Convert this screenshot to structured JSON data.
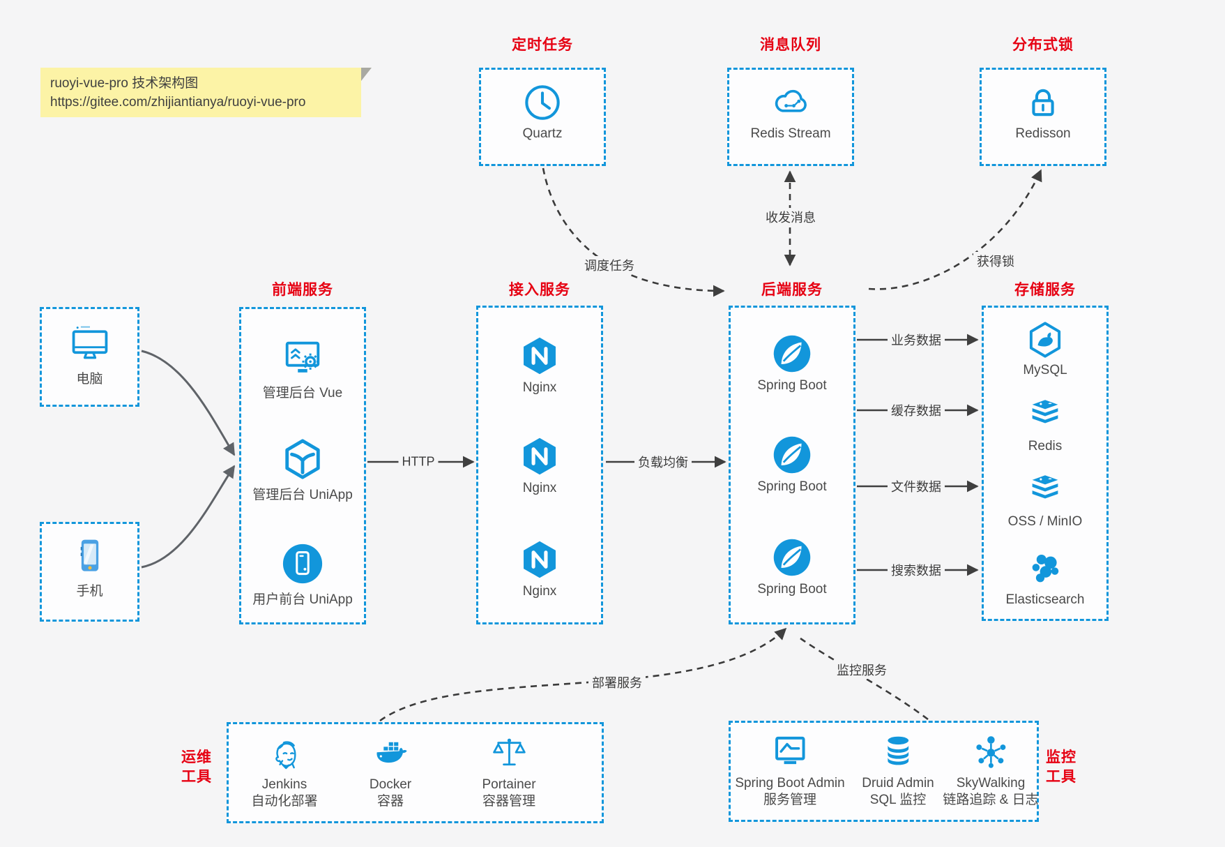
{
  "note": {
    "title": "ruoyi-vue-pro 技术架构图",
    "url": "https://gitee.com/zhijiantianya/ruoyi-vue-pro"
  },
  "colors": {
    "accent_blue": "#1296db",
    "title_red": "#e60012",
    "note_bg": "#fcf3a6",
    "arrow_dark": "#3f3f3f",
    "arrow_gray": "#5f6368",
    "page_bg": "#f5f5f6",
    "box_bg": "#fdfdfe"
  },
  "groups": {
    "scheduled": {
      "title": "定时任务",
      "items": [
        {
          "label": "Quartz",
          "icon": "clock-icon"
        }
      ]
    },
    "mq": {
      "title": "消息队列",
      "items": [
        {
          "label": "Redis Stream",
          "icon": "cloud-stream-icon"
        }
      ]
    },
    "lock": {
      "title": "分布式锁",
      "items": [
        {
          "label": "Redisson",
          "icon": "lock-icon"
        }
      ]
    },
    "clients": {
      "items": [
        {
          "label": "电脑",
          "icon": "desktop-icon"
        },
        {
          "label": "手机",
          "icon": "smartphone-icon"
        }
      ]
    },
    "frontend": {
      "title": "前端服务",
      "items": [
        {
          "label": "管理后台 Vue",
          "icon": "admin-vue-icon"
        },
        {
          "label": "管理后台 UniApp",
          "icon": "uniapp-box-icon"
        },
        {
          "label": "用户前台 UniApp",
          "icon": "mobile-app-icon"
        }
      ]
    },
    "gateway": {
      "title": "接入服务",
      "items": [
        {
          "label": "Nginx"
        },
        {
          "label": "Nginx"
        },
        {
          "label": "Nginx"
        }
      ]
    },
    "backend": {
      "title": "后端服务",
      "items": [
        {
          "label": "Spring Boot"
        },
        {
          "label": "Spring Boot"
        },
        {
          "label": "Spring Boot"
        }
      ]
    },
    "storage": {
      "title": "存储服务",
      "items": [
        {
          "label": "MySQL"
        },
        {
          "label": "Redis"
        },
        {
          "label": "OSS / MinIO"
        },
        {
          "label": "Elasticsearch"
        }
      ]
    },
    "ops": {
      "title_line1": "运维",
      "title_line2": "工具",
      "items": [
        {
          "name": "Jenkins",
          "desc": "自动化部署"
        },
        {
          "name": "Docker",
          "desc": "容器"
        },
        {
          "name": "Portainer",
          "desc": "容器管理"
        }
      ]
    },
    "monitoring": {
      "title_line1": "监控",
      "title_line2": "工具",
      "items": [
        {
          "name": "Spring Boot Admin",
          "desc": "服务管理"
        },
        {
          "name": "Druid Admin",
          "desc": "SQL 监控"
        },
        {
          "name": "SkyWalking",
          "desc": "链路追踪 & 日志"
        }
      ]
    }
  },
  "edges": {
    "http": "HTTP",
    "load_balance": "负载均衡",
    "business_data": "业务数据",
    "cache_data": "缓存数据",
    "file_data": "文件数据",
    "search_data": "搜索数据",
    "schedule_task": "调度任务",
    "send_receive_message": "收发消息",
    "acquire_lock": "获得锁",
    "deploy_service": "部署服务",
    "monitor_service": "监控服务"
  }
}
